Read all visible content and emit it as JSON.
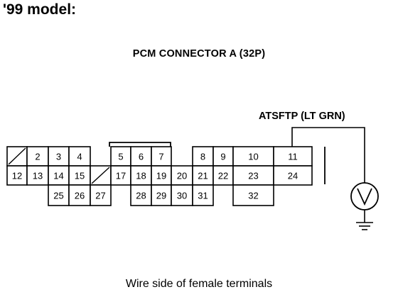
{
  "header": {
    "model_title": "'99 model:"
  },
  "connector": {
    "title": "PCM CONNECTOR A (32P)",
    "rows": [
      [
        {
          "id": "blank1",
          "label": ""
        },
        {
          "id": "2",
          "label": "2"
        },
        {
          "id": "3",
          "label": "3"
        },
        {
          "id": "4",
          "label": "4"
        },
        {
          "id": "5",
          "label": "5"
        },
        {
          "id": "6",
          "label": "6"
        },
        {
          "id": "7",
          "label": "7"
        },
        {
          "id": "8",
          "label": "8"
        },
        {
          "id": "9",
          "label": "9"
        },
        {
          "id": "10",
          "label": "10"
        },
        {
          "id": "11",
          "label": "11"
        }
      ],
      [
        {
          "id": "12",
          "label": "12"
        },
        {
          "id": "13",
          "label": "13"
        },
        {
          "id": "14",
          "label": "14"
        },
        {
          "id": "15",
          "label": "15"
        },
        {
          "id": "blank16",
          "label": ""
        },
        {
          "id": "17",
          "label": "17"
        },
        {
          "id": "18",
          "label": "18"
        },
        {
          "id": "19",
          "label": "19"
        },
        {
          "id": "20",
          "label": "20"
        },
        {
          "id": "21",
          "label": "21"
        },
        {
          "id": "22",
          "label": "22"
        },
        {
          "id": "23",
          "label": "23"
        },
        {
          "id": "24",
          "label": "24"
        }
      ],
      [
        {
          "id": "25",
          "label": "25"
        },
        {
          "id": "26",
          "label": "26"
        },
        {
          "id": "27",
          "label": "27"
        },
        {
          "id": "28",
          "label": "28"
        },
        {
          "id": "29",
          "label": "29"
        },
        {
          "id": "30",
          "label": "30"
        },
        {
          "id": "31",
          "label": "31"
        },
        {
          "id": "32",
          "label": "32"
        }
      ]
    ],
    "probe_pin": "11",
    "wire_label": "ATSFTP (LT GRN)",
    "caption": "Wire side of female terminals"
  },
  "meter": {
    "icon": "voltmeter-icon",
    "ground_icon": "ground-icon"
  }
}
